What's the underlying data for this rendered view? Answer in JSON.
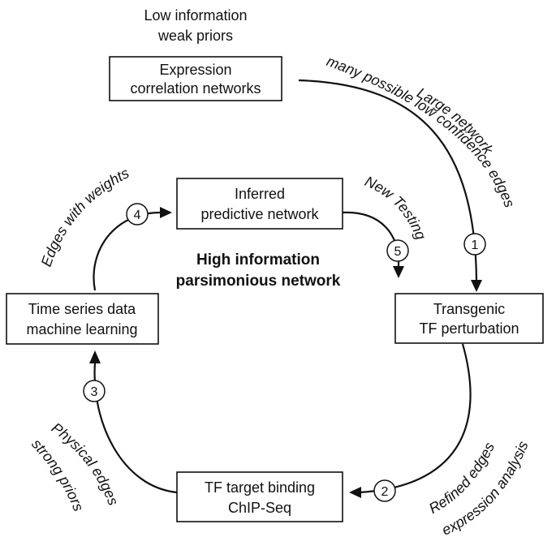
{
  "nodes": {
    "expression": [
      "Expression",
      "correlation networks"
    ],
    "transgenic": [
      "Transgenic",
      "TF perturbation"
    ],
    "binding": [
      "TF target binding",
      "ChIP-Seq"
    ],
    "timeseries": [
      "Time series data",
      "machine learning"
    ],
    "inferred": [
      "Inferred",
      "predictive network"
    ]
  },
  "notes": {
    "top": [
      "Low information",
      "weak priors"
    ],
    "center": [
      "High information",
      "parsimonious network"
    ],
    "edge1": [
      "Large network",
      "many possible low confidence edges"
    ],
    "edge2": [
      "Refined edges",
      "expression analysis"
    ],
    "edge3": [
      "Physical edges",
      "strong priors"
    ],
    "edge4": "Edges with weights",
    "edge5": "New Testing"
  },
  "steps": [
    "1",
    "2",
    "3",
    "4",
    "5"
  ]
}
